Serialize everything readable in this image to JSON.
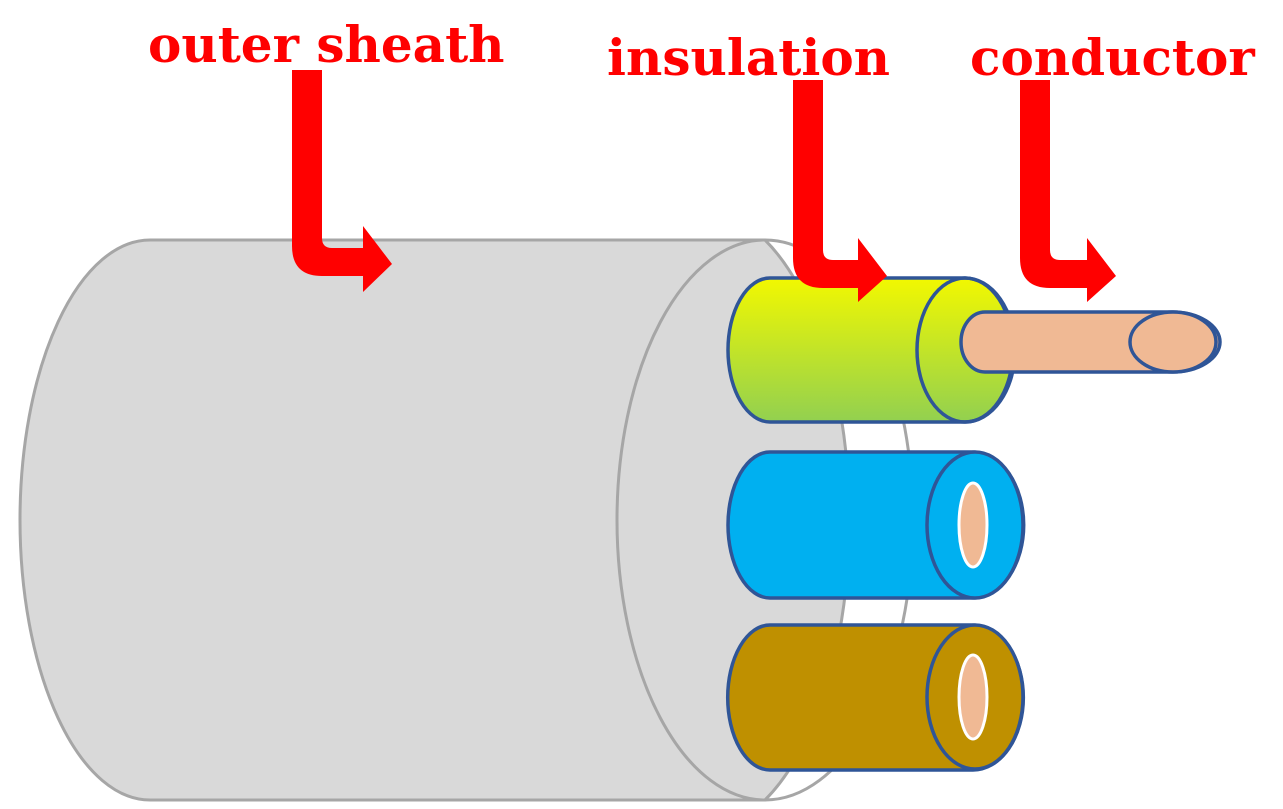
{
  "labels": {
    "outer_sheath": "outer sheath",
    "insulation": "insulation",
    "conductor": "conductor"
  },
  "colors": {
    "label": "#ff0000",
    "arrow": "#ff0000",
    "sheath_fill": "#d9d9d9",
    "sheath_stroke": "#a6a6a6",
    "core_stroke": "#2f5597",
    "core_yellow_green_top": "#f2f800",
    "core_yellow_green_bottom": "#92d050",
    "core_blue": "#00b0f0",
    "core_brown": "#bf9000",
    "copper": "#f0b994"
  },
  "icons": {
    "callout_arrow": "bent-arrow-right-icon"
  }
}
